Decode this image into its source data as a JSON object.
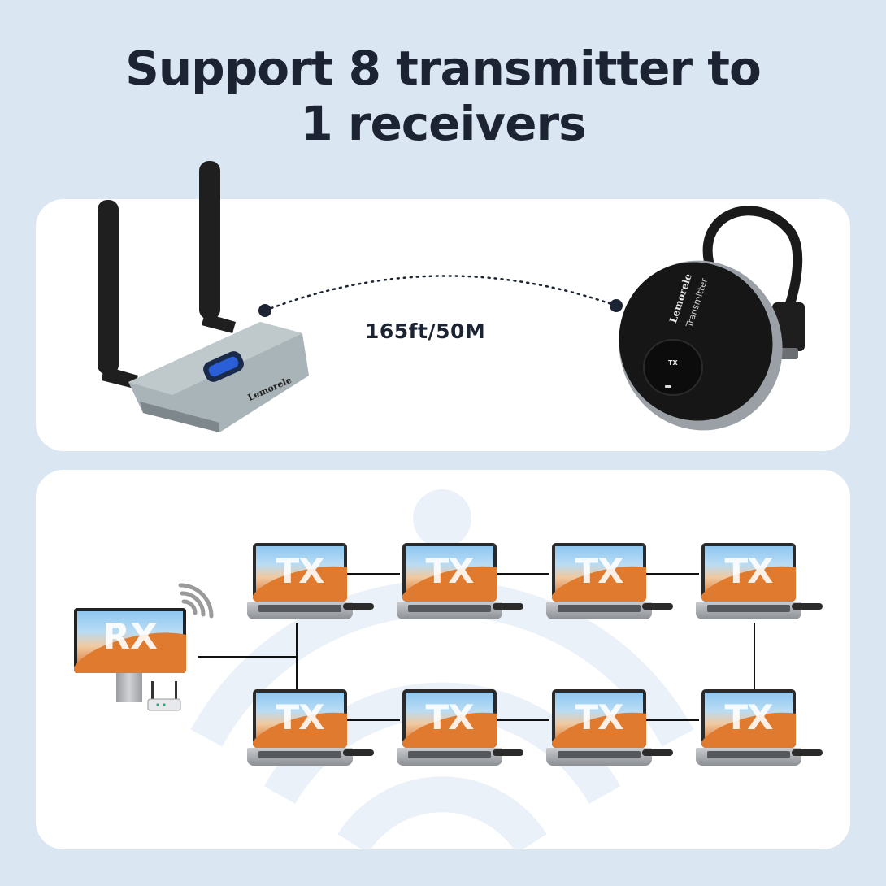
{
  "headline": {
    "line1": "Support 8 transmitter to",
    "line2": "1 receivers"
  },
  "range": {
    "label": "165ft/50M"
  },
  "receiver_device": {
    "brand": "Lemorele"
  },
  "transmitter_device": {
    "brand": "Lemorele",
    "model_text": "Transmitter",
    "button_text": "TX"
  },
  "diagram": {
    "receiver_label": "RX",
    "transmitter_labels": [
      "TX",
      "TX",
      "TX",
      "TX",
      "TX",
      "TX",
      "TX",
      "TX"
    ]
  },
  "colors": {
    "background": "#dae6f2",
    "card": "#ffffff",
    "headline": "#1c2434",
    "wallpaper_orange": "#e07a2f"
  }
}
